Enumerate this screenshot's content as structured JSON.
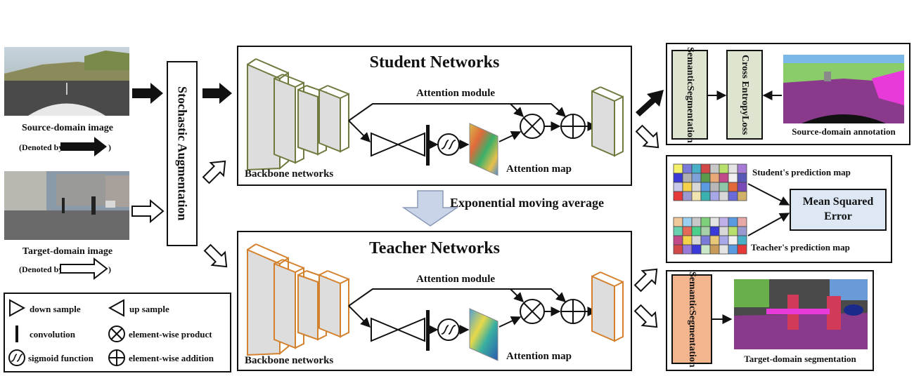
{
  "inputs": {
    "source_label": "Source-domain image",
    "source_denoted_prefix": "(Denoted by",
    "source_denoted_suffix": ")",
    "target_label": "Target-domain image",
    "target_denoted_prefix": "(Denoted by",
    "target_denoted_suffix": ")"
  },
  "augmentation_label": "Stochastic Augmentation",
  "student": {
    "title": "Student Networks",
    "attention_module": "Attention module",
    "backbone": "Backbone networks",
    "attention_map": "Attention map"
  },
  "teacher": {
    "title": "Teacher Networks",
    "attention_module": "Attention module",
    "backbone": "Backbone networks",
    "attention_map": "Attention map"
  },
  "ema_label": "Exponential moving average",
  "source_branch": {
    "seg_line1": "Semantic",
    "seg_line2": "Segmentation",
    "loss_line1": "Cross Entropy",
    "loss_line2": "Loss",
    "annotation_label": "Source-domain annotation"
  },
  "mse_branch": {
    "student_pred": "Student's prediction map",
    "teacher_pred": "Teacher's prediction map",
    "mse_line1": "Mean Squared",
    "mse_line2": "Error"
  },
  "target_branch": {
    "seg_line1": "Semantic",
    "seg_line2": "Segmentation",
    "target_seg_label": "Target-domain segmentation"
  },
  "legend": {
    "down_sample": "down sample",
    "up_sample": "up sample",
    "convolution": "convolution",
    "element_product": "element-wise product",
    "sigmoid": "sigmoid function",
    "element_addition": "element-wise addition"
  },
  "colors": {
    "student_layer": "#6e7a3e",
    "teacher_layer": "#d4812e",
    "seg_box_green": "#dde4cf",
    "seg_box_orange": "#f2b58e",
    "mse_box": "#dde8f4",
    "ema_arrow": "#c9d4e8"
  },
  "student_grid": [
    "#f4f06a",
    "#7a7ad8",
    "#4ab0c8",
    "#d24848",
    "#c8c8c8",
    "#b8e06c",
    "#e4e4e4",
    "#a87ad8",
    "#3a3ad8",
    "#b0b0b0",
    "#7fa0d8",
    "#5a9a4a",
    "#e8a878",
    "#c24a8a",
    "#f0f0f0",
    "#5858b8",
    "#c8c8e8",
    "#f6d24a",
    "#d8d8d8",
    "#5a9ae0",
    "#b8b8b8",
    "#8ec8a8",
    "#e26a3a",
    "#7a4ab8",
    "#e63a3a",
    "#9a9ad0",
    "#f0e4b0",
    "#3ab0b0",
    "#a8a8e8",
    "#d8d8d8",
    "#6a6ad8",
    "#d2b26a"
  ],
  "teacher_grid": [
    "#f0c89a",
    "#9ad0f0",
    "#c8c8c8",
    "#7fd07a",
    "#e4e4e4",
    "#c0b0e8",
    "#5a9ae0",
    "#e8a8a8",
    "#6ad0b0",
    "#e46a5a",
    "#4ad08a",
    "#a8d0a8",
    "#3a3ad8",
    "#d8d8d8",
    "#b8e06c",
    "#9a9ad0",
    "#c24a8a",
    "#f4d24a",
    "#d8d8d8",
    "#7a7ad8",
    "#e8c878",
    "#a8a8e8",
    "#f0f0f0",
    "#4ab0c8",
    "#d24848",
    "#9a7ad8",
    "#3a3ad8",
    "#c8e8c8",
    "#c89a5a",
    "#e4e4e4",
    "#5a9ae0",
    "#e63a3a"
  ]
}
